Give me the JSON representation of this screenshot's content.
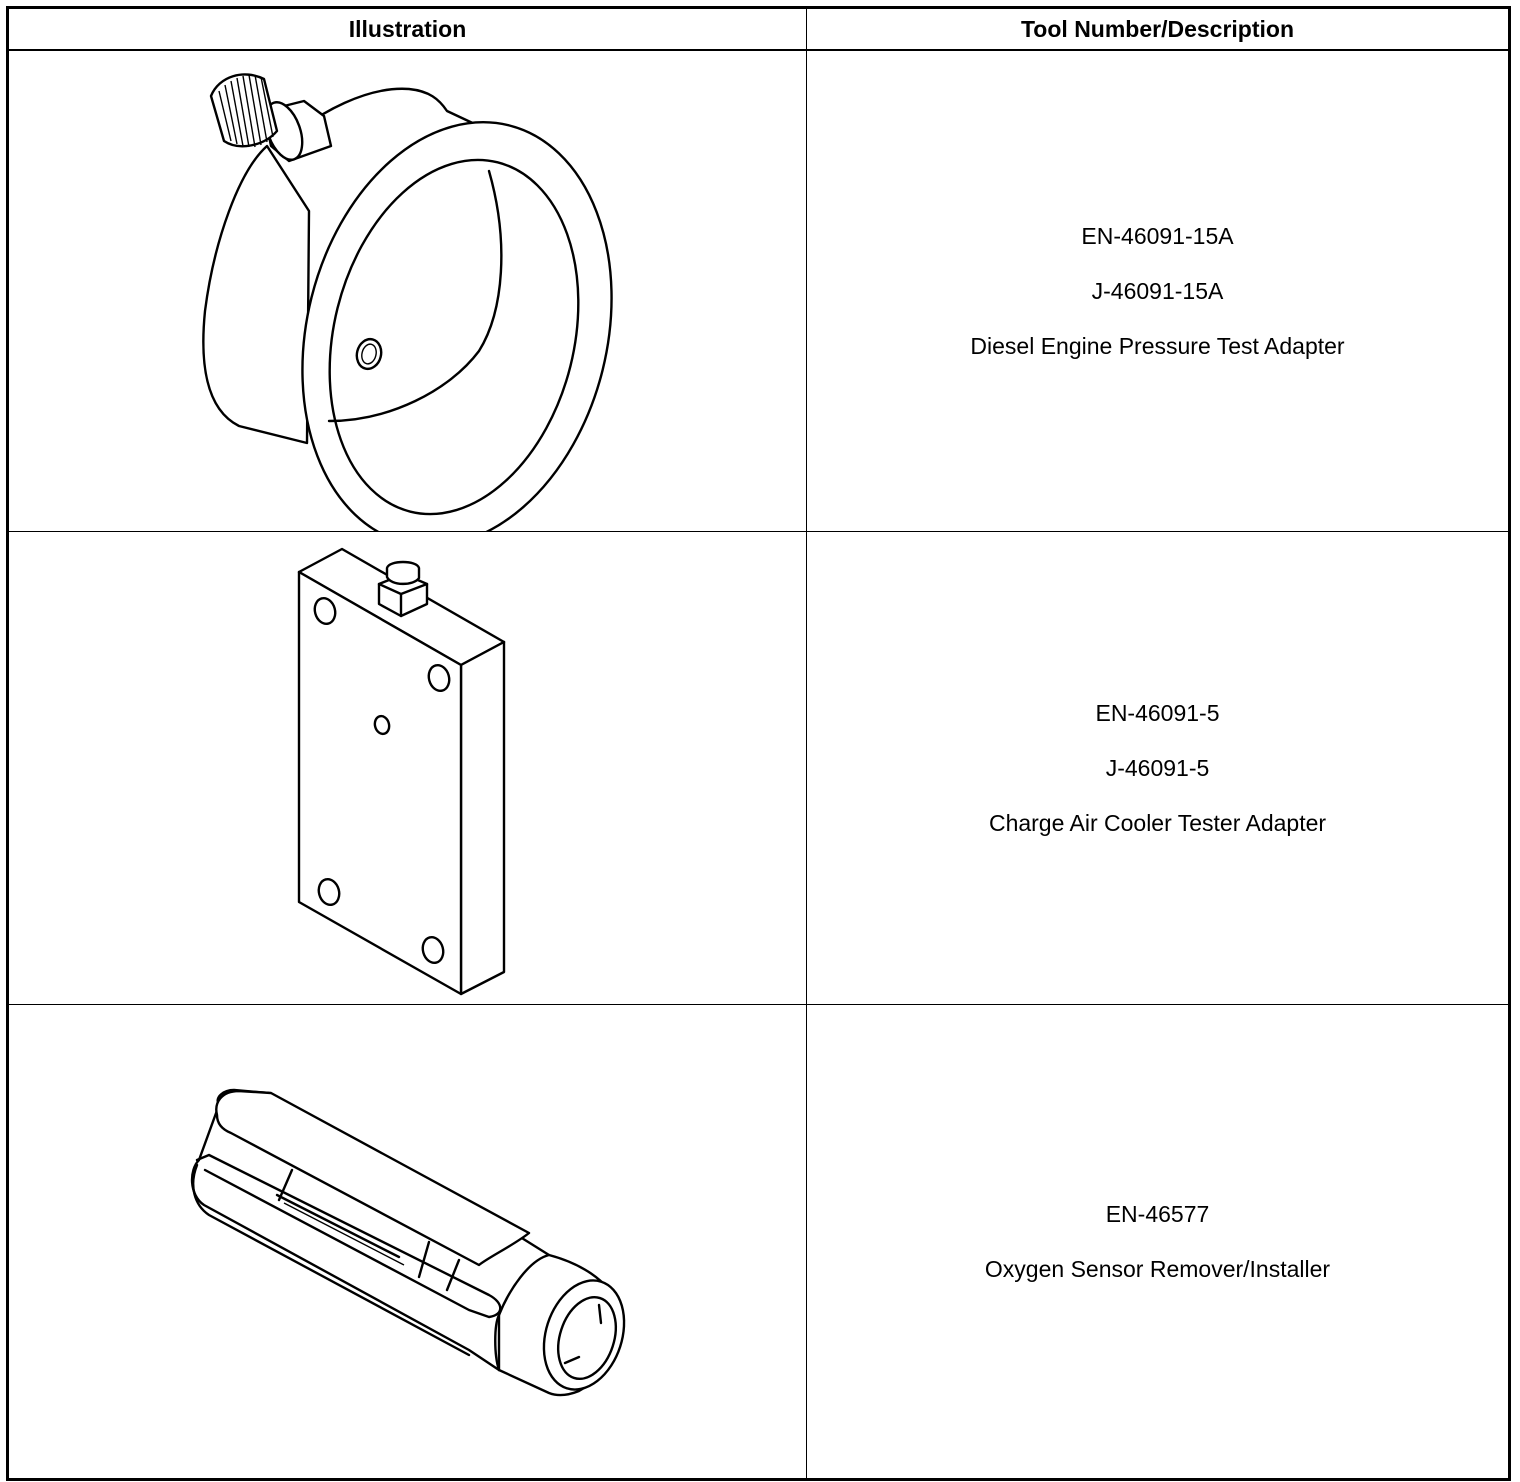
{
  "table": {
    "headers": {
      "illustration": "Illustration",
      "tool": "Tool Number/Description"
    },
    "rows": [
      {
        "illustration_icon": "pressure-test-adapter-drawing",
        "lines": [
          "EN-46091-15A",
          "J-46091-15A",
          "Diesel Engine Pressure Test Adapter"
        ]
      },
      {
        "illustration_icon": "charge-air-cooler-adapter-plate-drawing",
        "lines": [
          "EN-46091-5",
          "J-46091-5",
          "Charge Air Cooler Tester Adapter"
        ]
      },
      {
        "illustration_icon": "oxygen-sensor-socket-drawing",
        "lines": [
          "EN-46577",
          "Oxygen Sensor Remover/Installer"
        ]
      }
    ]
  }
}
